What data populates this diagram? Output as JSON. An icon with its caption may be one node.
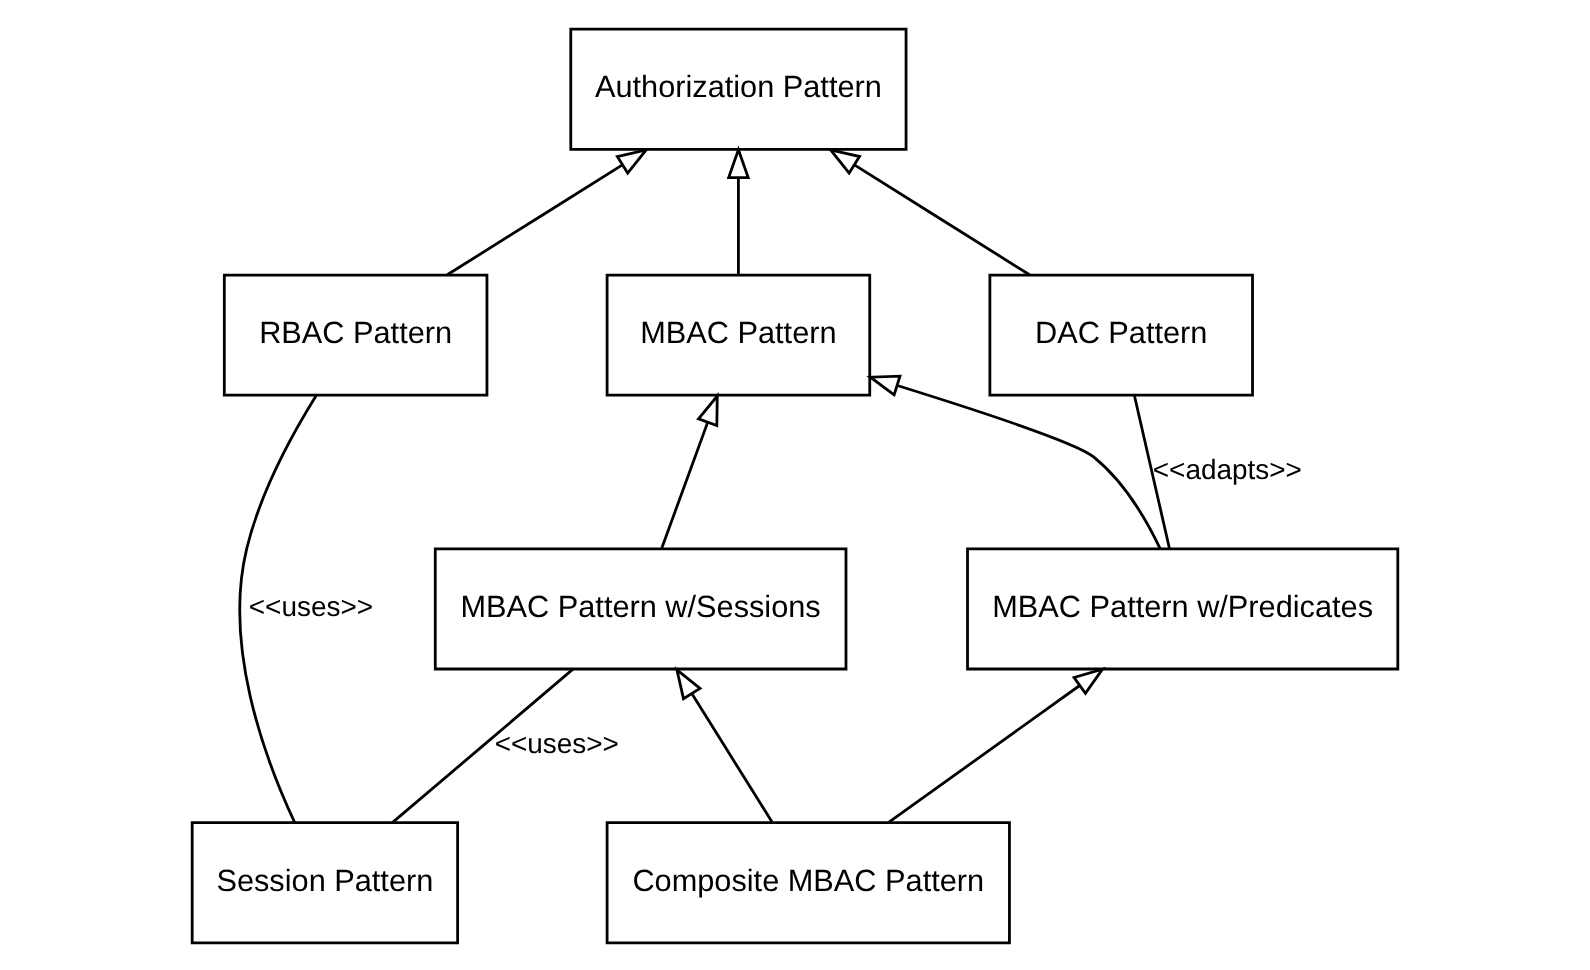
{
  "diagram": {
    "nodes": [
      {
        "text": [
          "Authorization Pattern"
        ]
      },
      {
        "text": [
          "RBAC Pattern"
        ]
      },
      {
        "text": [
          "MBAC Pattern"
        ]
      },
      {
        "text": [
          "DAC Pattern"
        ]
      },
      {
        "text": [
          "MBAC Pattern w/Sessions"
        ]
      },
      {
        "text": [
          "MBAC Pattern w/Predicates"
        ]
      },
      {
        "text": [
          "Session Pattern"
        ]
      },
      {
        "text": [
          "Composite MBAC Pattern"
        ]
      }
    ],
    "edges": [
      {
        "from": 1,
        "to": 0,
        "arrow": "to"
      },
      {
        "from": 2,
        "to": 0,
        "arrow": "to"
      },
      {
        "from": 3,
        "to": 0,
        "arrow": "to"
      },
      {
        "from": 4,
        "to": 2,
        "arrow": "to"
      },
      {
        "from": 5,
        "to": 2,
        "arrow": "to"
      },
      {
        "from": 7,
        "to": 4,
        "arrow": "to"
      },
      {
        "from": 7,
        "to": 5,
        "arrow": "to"
      },
      {
        "from": 1,
        "to": 6,
        "arrow": "none",
        "label": "<<uses>>"
      },
      {
        "from": 6,
        "to": 4,
        "arrow": "none",
        "label": "<<uses>>"
      },
      {
        "from": 3,
        "to": 5,
        "arrow": "none",
        "label": "<<adapts>>"
      }
    ]
  }
}
